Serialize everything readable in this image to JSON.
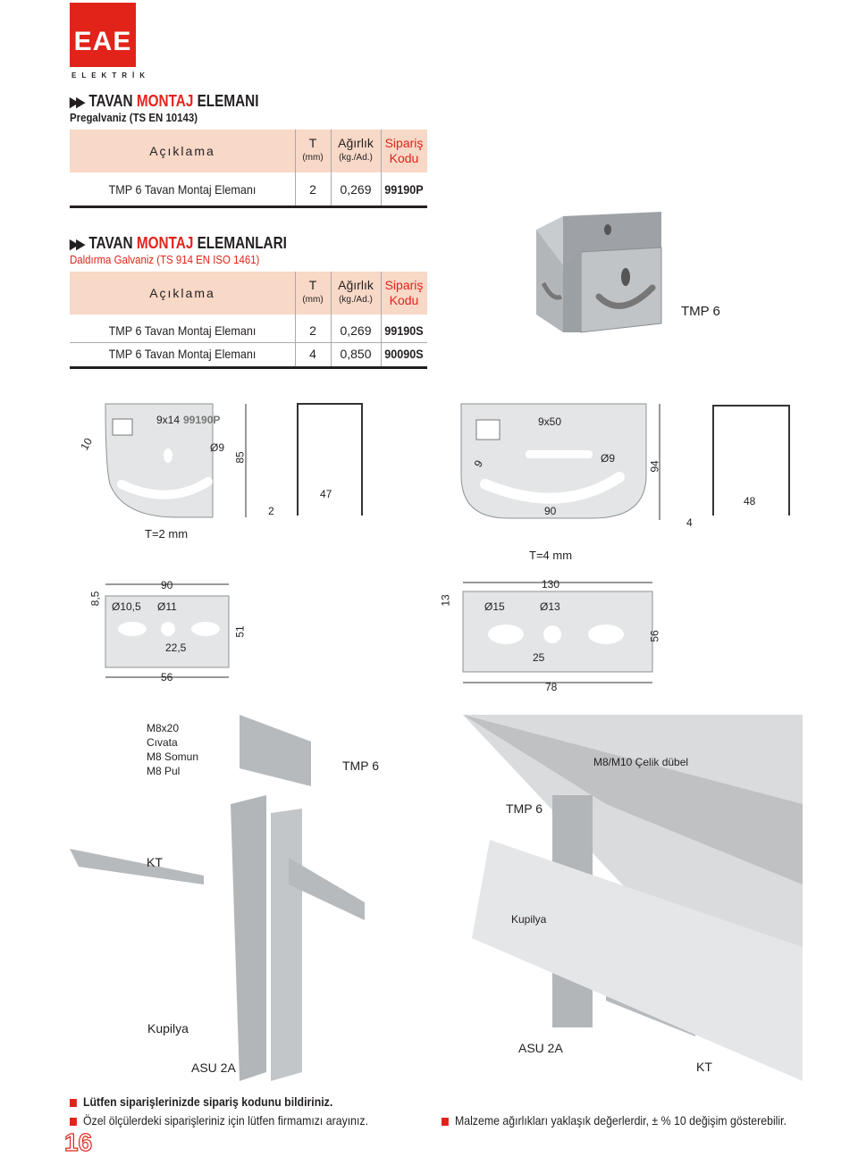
{
  "brand": {
    "logo": "EAE",
    "sub": "ELEKTRİK"
  },
  "section1": {
    "title_a": "TAVAN ",
    "title_red": "MONTAJ",
    "title_b": " ELEMANI",
    "subtitle": "Pregalvaniz (TS EN 10143)",
    "headers": {
      "desc": "Açıklama",
      "t": "T",
      "t_unit": "(mm)",
      "weight": "Ağırlık",
      "weight_unit": "(kg./Ad.)",
      "code1": "Sipariş",
      "code2": "Kodu"
    },
    "rows": [
      {
        "desc": "TMP  6 Tavan Montaj Elemanı",
        "t": "2",
        "weight": "0,269",
        "code": "99190P"
      }
    ]
  },
  "section2": {
    "title_a": "TAVAN ",
    "title_red": "MONTAJ",
    "title_b": " ELEMANLARI",
    "subtitle": "Daldırma Galvaniz (TS 914 EN ISO 1461)",
    "headers": {
      "desc": "Açıklama",
      "t": "T",
      "t_unit": "(mm)",
      "weight": "Ağırlık",
      "weight_unit": "(kg./Ad.)",
      "code1": "Sipariş",
      "code2": "Kodu"
    },
    "rows": [
      {
        "desc": "TMP  6 Tavan Montaj Elemanı",
        "t": "2",
        "weight": "0,269",
        "code": "99190S"
      },
      {
        "desc": "TMP  6 Tavan Montaj Elemanı",
        "t": "4",
        "weight": "0,850",
        "code": "90090S"
      }
    ],
    "product_label": "TMP 6"
  },
  "drawings": {
    "left_plate": {
      "slot": "9x14",
      "code": "99190P",
      "hole": "Ø9",
      "d10": "10",
      "height": "85",
      "thickness": "T=2 mm",
      "profile_t": "2",
      "profile_w": "47"
    },
    "right_plate": {
      "slot": "9x50",
      "hole": "Ø9",
      "d9": "9",
      "width": "90",
      "height": "94",
      "thickness": "T=4 mm",
      "profile_t": "4",
      "profile_w": "48"
    },
    "left_flat": {
      "width": "90",
      "d85": "8,5",
      "hole1": "Ø10,5",
      "hole2": "Ø11",
      "pitch": "22,5",
      "height": "51",
      "base": "56"
    },
    "right_flat": {
      "width": "130",
      "d13": "13",
      "hole1": "Ø15",
      "hole2": "Ø13",
      "pitch": "25",
      "height": "56",
      "base": "78"
    }
  },
  "assembly": {
    "parts": [
      "M8x20",
      "Cıvata",
      "M8 Somun",
      "M8 Pul"
    ],
    "tmp_left": "TMP 6",
    "kt_left": "KT",
    "kupilya_left": "Kupilya",
    "asu_left": "ASU 2A",
    "dubel": "M8/M10 Çelik dübel",
    "tmp_right": "TMP 6",
    "kupilya_right": "Kupilya",
    "asu_right": "ASU 2A",
    "kt_right": "KT"
  },
  "notes": {
    "n1": "Lütfen siparişlerinizde sipariş kodunu bildiriniz.",
    "n2": "Özel ölçülerdeki siparişleriniz için lütfen firmamızı arayınız.",
    "n3": "Malzeme ağırlıkları yaklaşık değerlerdir, ± % 10 değişim gösterebilir."
  },
  "page_number": "16",
  "colors": {
    "accent": "#e2231a",
    "header_fill": "#f8d8c7",
    "metal": "#b9bcbf"
  }
}
